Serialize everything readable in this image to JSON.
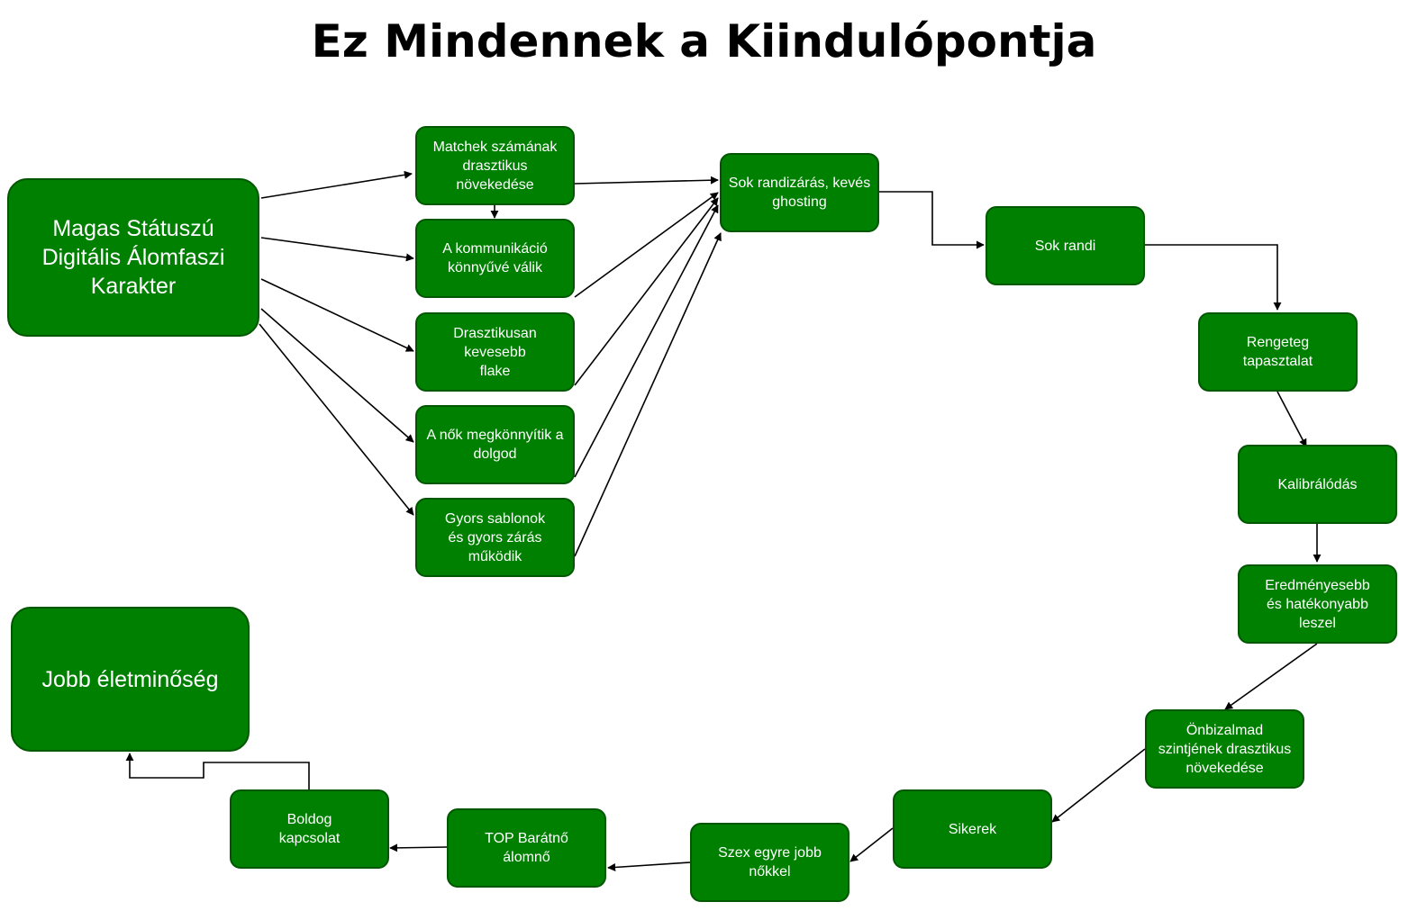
{
  "title": "Ez Mindennek a Kiindulópontja",
  "colors": {
    "node_fill": "#008000",
    "node_border": "#005700",
    "node_text": "#ffffff",
    "edge": "#000000"
  },
  "nodes": {
    "start": "Magas Státuszú\nDigitális Álomfaszi\nKarakter",
    "matchek": "Matchek számának\ndrasztikus\nnövekedése",
    "kommunikacio": "A kommunikáció\nkönnyűvé válik",
    "flake": "Drasztikusan\nkevesebb\nflake",
    "nok": "A nők megkönnyítik a\ndolgod",
    "sablonok": "Gyors sablonok\nés gyors zárás\nműködik",
    "randizaras": "Sok randizárás, kevés\nghosting",
    "randi": "Sok randi",
    "tapasztalat": "Rengeteg\ntapasztalat",
    "kalibralodas": "Kalibrálódás",
    "eredmenyesebb": "Eredményesebb\nés hatékonyabb\nleszel",
    "onbizalom": "Önbizalmad\nszintjének drasztikus\nnövekedése",
    "sikerek": "Sikerek",
    "szex": "Szex egyre jobb\nnőkkel",
    "baratno": "TOP Barátnő\nálomnő",
    "kapcsolat": "Boldog\nkapcsolat",
    "eletminoseg": "Jobb életminőség"
  },
  "edges": [
    [
      "start",
      "matchek"
    ],
    [
      "start",
      "kommunikacio"
    ],
    [
      "start",
      "flake"
    ],
    [
      "start",
      "nok"
    ],
    [
      "start",
      "sablonok"
    ],
    [
      "matchek",
      "kommunikacio"
    ],
    [
      "matchek",
      "randizaras"
    ],
    [
      "kommunikacio",
      "randizaras"
    ],
    [
      "flake",
      "randizaras"
    ],
    [
      "nok",
      "randizaras"
    ],
    [
      "sablonok",
      "randizaras"
    ],
    [
      "randizaras",
      "randi"
    ],
    [
      "randi",
      "tapasztalat"
    ],
    [
      "tapasztalat",
      "kalibralodas"
    ],
    [
      "kalibralodas",
      "eredmenyesebb"
    ],
    [
      "eredmenyesebb",
      "onbizalom"
    ],
    [
      "onbizalom",
      "sikerek"
    ],
    [
      "sikerek",
      "szex"
    ],
    [
      "szex",
      "baratno"
    ],
    [
      "baratno",
      "kapcsolat"
    ],
    [
      "kapcsolat",
      "eletminoseg"
    ]
  ]
}
